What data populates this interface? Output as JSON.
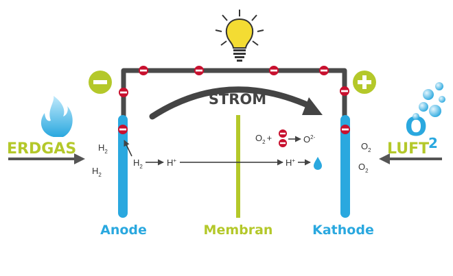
{
  "labels": {
    "strom": "STROM",
    "erdgas": "ERDGAS",
    "luft": "LUFT",
    "anode": "Anode",
    "membran": "Membran",
    "kathode": "Kathode",
    "o2_big": "O",
    "o2_big_sub": "2"
  },
  "anode_side": {
    "h2_top": "H",
    "h2_top_sub": "2",
    "h2_bottom": "H",
    "h2_bottom_sub": "2",
    "h2_flow": "H",
    "h2_flow_sub": "2",
    "h_plus": "H",
    "h_plus_sup": "+"
  },
  "cathode_side": {
    "h_plus": "H",
    "h_plus_sup": "+",
    "reaction_o2": "O",
    "reaction_o2_sub": "2",
    "reaction_plus": "+",
    "reaction_oxide": "O",
    "reaction_oxide_sup": "2-",
    "o2_top": "O",
    "o2_top_sub": "2",
    "o2_bottom": "O",
    "o2_bottom_sub": "2"
  },
  "colors": {
    "anode_blue": "#2aa8df",
    "membrane_green": "#b4c82a",
    "circuit_gray": "#4a4a4a",
    "electron_red": "#c8102e",
    "bulb_yellow": "#f4dc33",
    "flame_blue": "#5cc8f0",
    "arrow_gray": "#555555"
  },
  "icons": [
    "minus-icon",
    "plus-icon",
    "light-bulb-icon",
    "flame-icon",
    "bubbles-icon",
    "water-drop-icon"
  ]
}
